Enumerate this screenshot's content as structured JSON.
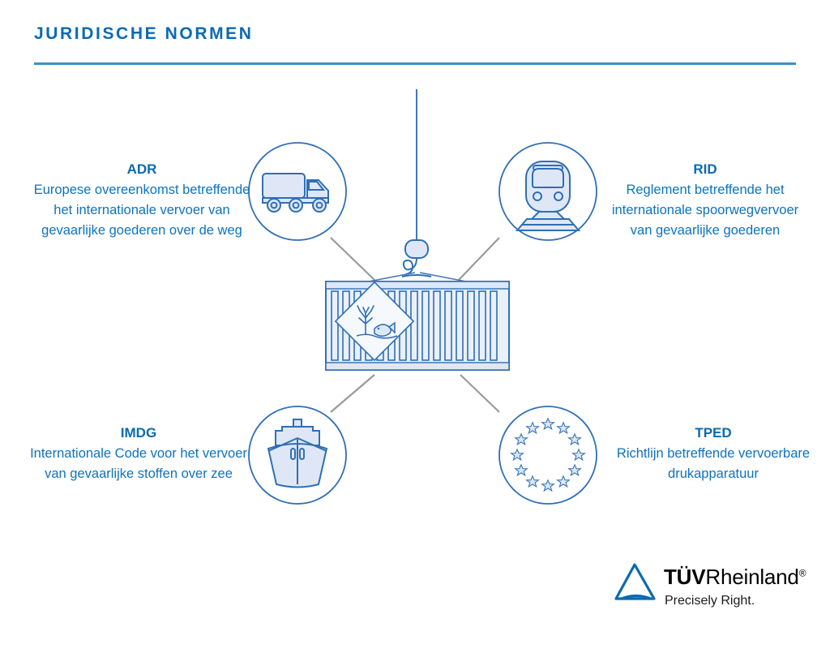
{
  "header": {
    "title": "JURIDISCHE NORMEN",
    "rule_color": "#3a8fc8"
  },
  "theme": {
    "brand_blue": "#0a6ab3",
    "text_blue": "#0f72bd",
    "icon_stroke": "#2f6fb5",
    "icon_fill": "#dfe7f6",
    "connector_gray": "#9a9a9a",
    "background": "#ffffff"
  },
  "center": {
    "name": "shipping-container",
    "placard": "environmentally-hazardous-substance-dead-tree-and-fish",
    "crane": "crane-hook-and-cable"
  },
  "nodes": [
    {
      "id": "adr",
      "code": "ADR",
      "description": "Europese overeenkomst betreffende het internationale vervoer van gevaarlijke goederen over de weg",
      "icon": "truck-icon",
      "position": "top-left"
    },
    {
      "id": "rid",
      "code": "RID",
      "description": "Reglement betreffende het internationale spoorwegvervoer van gevaarlijke goederen",
      "icon": "train-icon",
      "position": "top-right"
    },
    {
      "id": "imdg",
      "code": "IMDG",
      "description": "Internationale Code voor het vervoer van gevaarlijke stoffen over zee",
      "icon": "ship-icon",
      "position": "bottom-left"
    },
    {
      "id": "tped",
      "code": "TPED",
      "description": "Richtlijn betreffende vervoerbare drukapparatuur",
      "icon": "eu-stars-icon",
      "position": "bottom-right"
    }
  ],
  "logo": {
    "brand_bold": "TÜV",
    "brand_regular": "Rheinland",
    "registered": "®",
    "tagline": "Precisely Right.",
    "mark": "tuv-rheinland-triangle-mark"
  }
}
